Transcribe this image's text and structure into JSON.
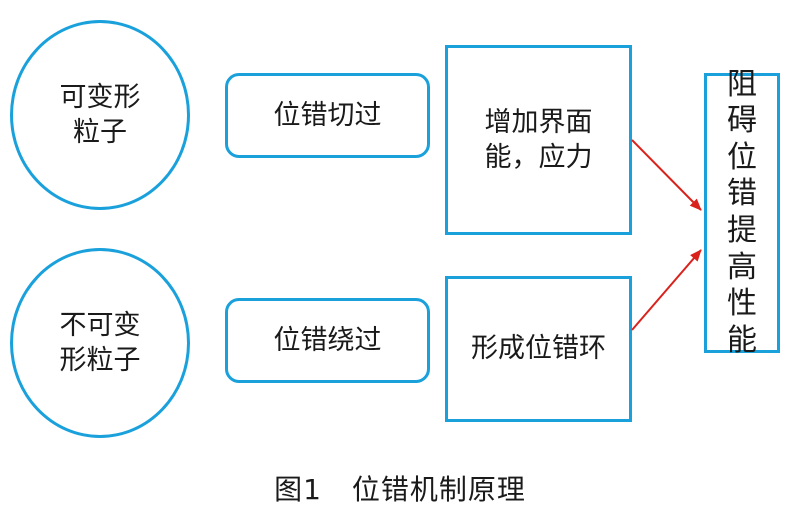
{
  "nodes": {
    "deformable": {
      "line1": "可变形",
      "line2": "粒子"
    },
    "non_deformable": {
      "line1": "不可变",
      "line2": "形粒子"
    },
    "cut_through": {
      "label": "位错切过"
    },
    "bypass": {
      "label": "位错绕过"
    },
    "increase_energy": {
      "line1": "增加界面",
      "line2": "能，应力"
    },
    "form_loop": {
      "label": "形成位错环"
    },
    "result": {
      "label": "阻碍位错提高性能"
    }
  },
  "caption": {
    "figure": "图1",
    "title": "位错机制原理"
  },
  "colors": {
    "border": "#1aa1dc",
    "arrow": "#d9221c",
    "text": "#1a1a1a"
  }
}
